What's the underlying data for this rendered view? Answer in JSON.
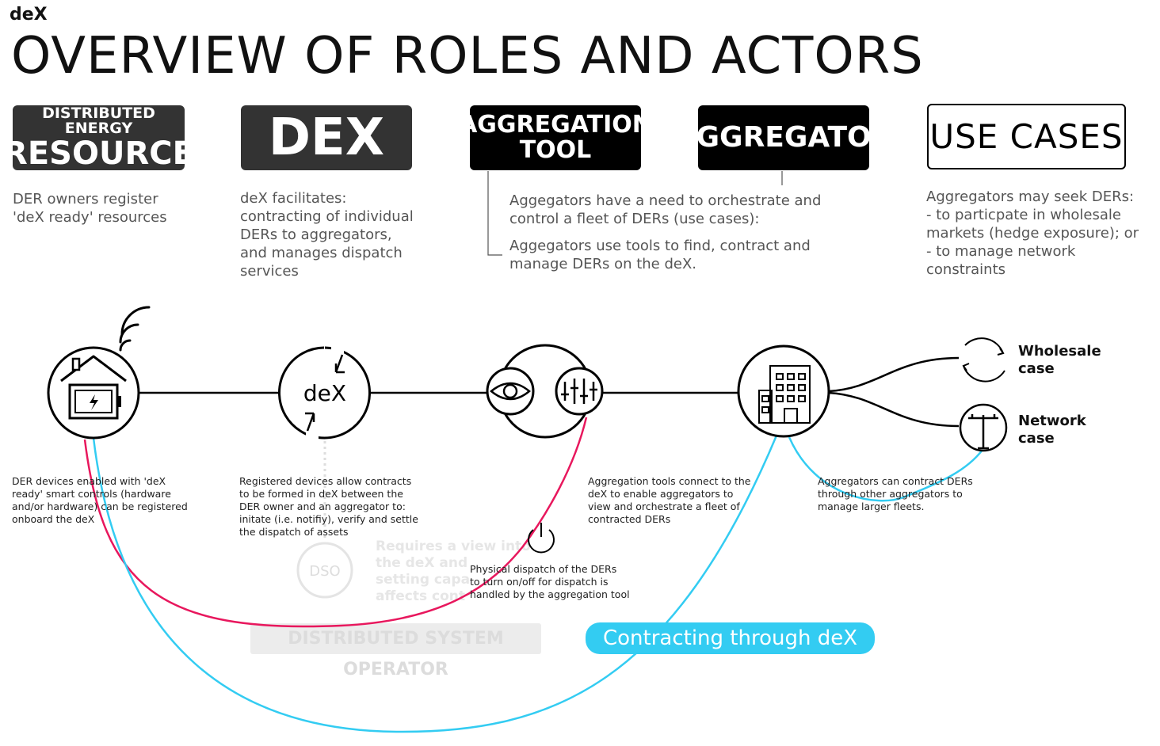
{
  "brand": "deX",
  "title": "OVERVIEW OF ROLES AND ACTORS",
  "roles": {
    "der": {
      "line1": "DISTRIBUTED ENERGY",
      "line2": "RESOURCE",
      "desc": "DER owners register\n'deX ready' resources"
    },
    "dex": {
      "label": "DEX",
      "desc": "deX facilitates:\ncontracting of individual\nDERs to aggregators,\nand manages dispatch\nservices"
    },
    "tool": {
      "line1": "AGGREGATION",
      "line2": "TOOL"
    },
    "aggregator": {
      "label": "AGGREGATOR",
      "desc1": "Aggegators have a need to orchestrate and\ncontrol a fleet of DERs (use cases):",
      "desc2": "Aggegators use tools to find, contract and\nmanage DERs on the deX."
    },
    "usecases": {
      "label": "USE CASES",
      "desc": "Aggregators may seek DERs:\n- to particpate in wholesale\nmarkets (hedge exposure); or\n- to manage network\nconstraints"
    }
  },
  "diagram": {
    "dex_node_text": "deX",
    "dso_text": "DSO",
    "wholesale": "Wholesale\ncase",
    "network": "Network\ncase",
    "note_der": "DER devices enabled with 'deX\nready' smart controls (hardware\nand/or hardware) can be registered\nonboard the deX",
    "note_dex": "Registered devices allow contracts\nto be formed in deX between the\nDER owner and an aggregator to:\ninitate (i.e. notifiy), verify and settle\nthe dispatch of assets",
    "note_tool": "Aggregation tools connect to the\ndeX to enable aggregators to\nview and orchestrate a fleet of\ncontracted DERs",
    "note_agg": "Aggregators can contract DERs\nthrough other aggregators to\nmanage larger fleets.",
    "note_dispatch": "Physical dispatch of the DERs\nto turn on/off for dispatch is\nhandled by the aggregation tool",
    "note_dso": "Requires a view into\nthe deX and\nsetting capa\naffects cont",
    "dso_label": "DISTRIBUTED SYSTEM OPERATOR",
    "pill": "Contracting through deX"
  },
  "colors": {
    "pink": "#e8175d",
    "blue": "#33ccf2",
    "dark": "#333333"
  }
}
